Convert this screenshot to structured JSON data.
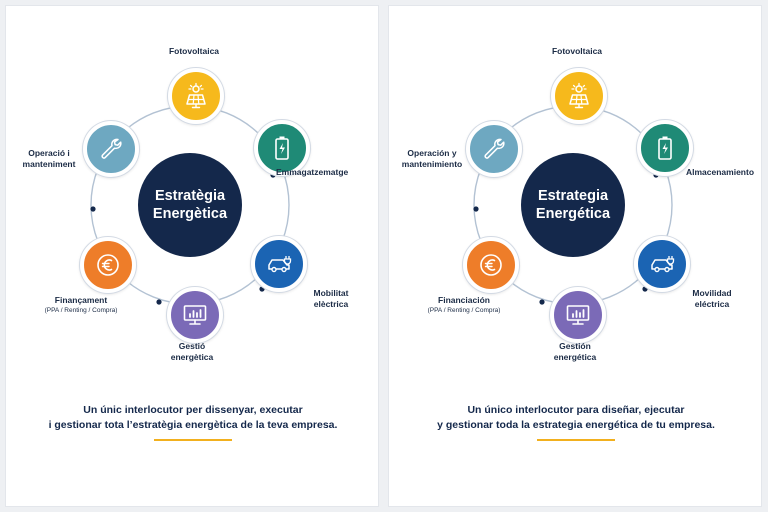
{
  "colors": {
    "navy": "#14284b",
    "solar": "#f6b91c",
    "storage": "#1f8a76",
    "mobility": "#1b64b3",
    "energy": "#7b6ab7",
    "finance": "#ee7d29",
    "maintenance": "#6ea8c1",
    "accent": "#f2b01e"
  },
  "icons": [
    "solar-panel-icon",
    "battery-icon",
    "electric-car-icon",
    "monitor-chart-icon",
    "euro-icon",
    "wrench-icon"
  ],
  "panels": [
    {
      "lang": "ca",
      "center_line1": "Estratègia",
      "center_line2": "Energètica",
      "labels": {
        "solar": "Fotovoltaica",
        "storage": "Emmagatzematge",
        "mobility_1": "Mobilitat",
        "mobility_2": "elèctrica",
        "energy_1": "Gestió",
        "energy_2": "energètica",
        "finance": "Finançament",
        "finance_sub": "(PPA / Renting / Compra)",
        "maintenance_1": "Operació i",
        "maintenance_2": "manteniment"
      },
      "tagline_1": "Un únic interlocutor per dissenyar, executar",
      "tagline_2": "i gestionar tota l’estratègia energètica de la teva empresa."
    },
    {
      "lang": "es",
      "center_line1": "Estrategia",
      "center_line2": "Energética",
      "labels": {
        "solar": "Fotovoltaica",
        "storage": "Almacenamiento",
        "mobility_1": "Movilidad",
        "mobility_2": "eléctrica",
        "energy_1": "Gestión",
        "energy_2": "energética",
        "finance": "Financiación",
        "finance_sub": "(PPA / Renting / Compra)",
        "maintenance_1": "Operación y",
        "maintenance_2": "mantenimiento"
      },
      "tagline_1": "Un único interlocutor para diseñar, ejecutar",
      "tagline_2": "y gestionar toda la estrategia energética de tu empresa."
    }
  ]
}
